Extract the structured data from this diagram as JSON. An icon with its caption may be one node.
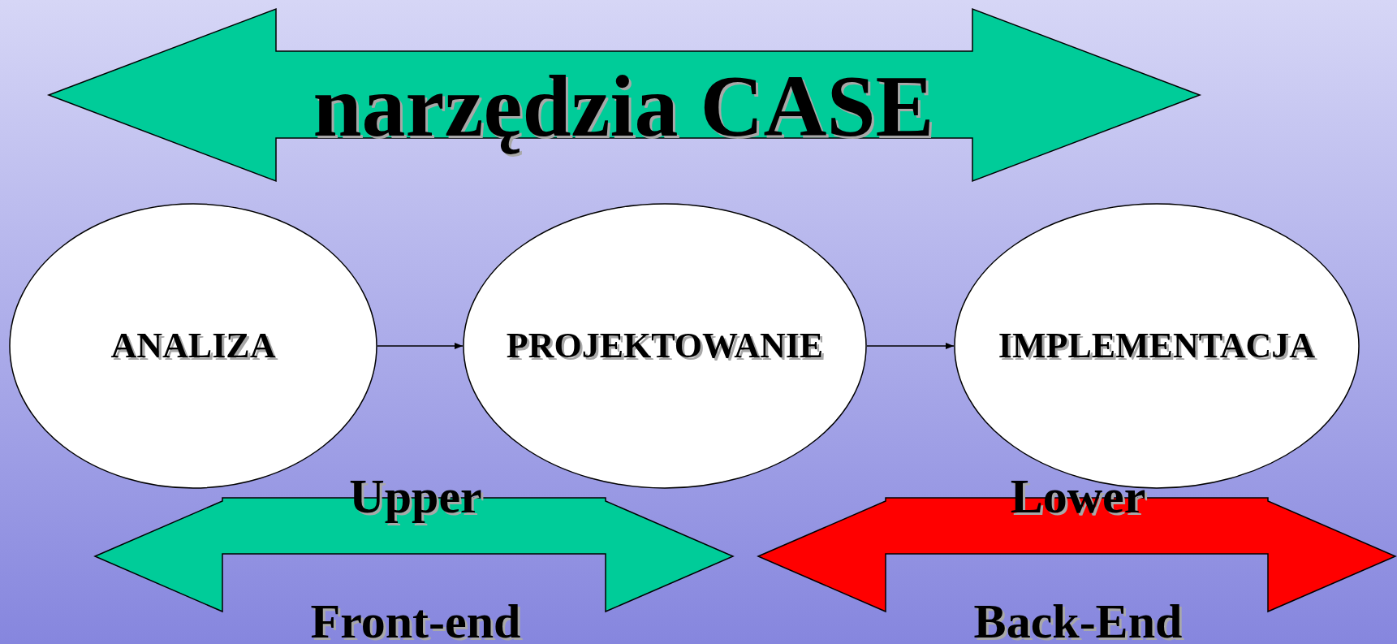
{
  "diagram": {
    "nodes": [
      {
        "text": [
          "narzędzia CASE"
        ]
      },
      {
        "text": [
          "ANALIZA"
        ]
      },
      {
        "text": [
          "PROJEKTOWANIE"
        ]
      },
      {
        "text": [
          "IMPLEMENTACJA"
        ]
      },
      {
        "text": [
          "Upper",
          "Front-end"
        ]
      },
      {
        "text": [
          "Lower",
          "Back-End"
        ]
      }
    ],
    "edges": [
      {
        "from": 1,
        "to": 2,
        "arrow": "to"
      },
      {
        "from": 2,
        "to": 3,
        "arrow": "to"
      }
    ]
  }
}
